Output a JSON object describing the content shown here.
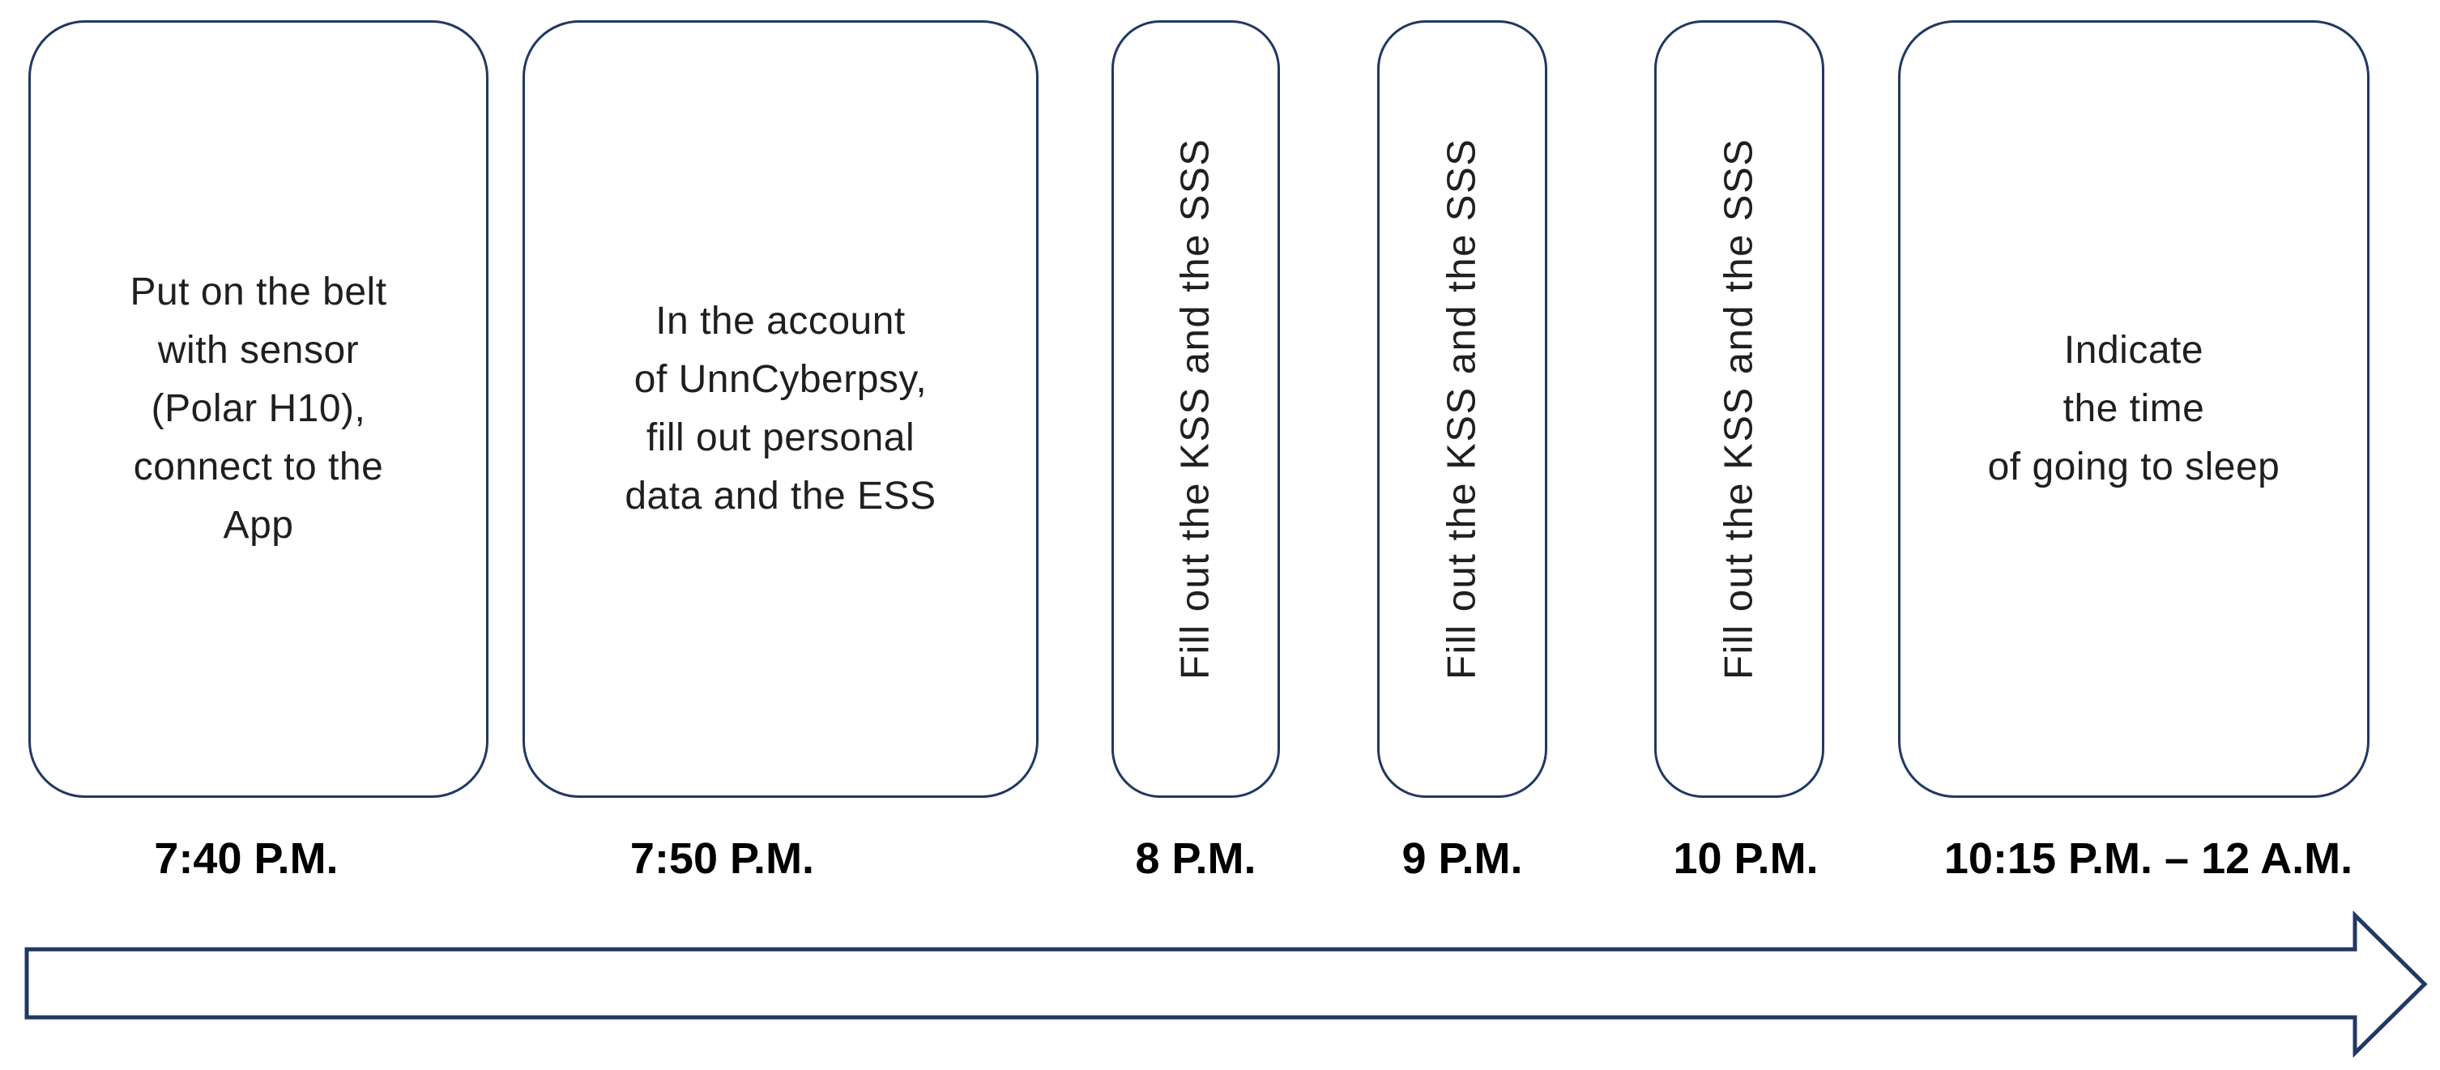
{
  "diagram": {
    "description": "Experimental procedure timeline",
    "steps": [
      {
        "text": "Put on the belt\nwith sensor\n(Polar H10),\nconnect to the\nApp",
        "time": "7:40 P.M."
      },
      {
        "text": "In the account\nof UnnCyberpsy,\nfill out personal\ndata and the ESS",
        "time": "7:50 P.M."
      },
      {
        "text": "Fill out the KSS and the SSS",
        "time": "8 P.M."
      },
      {
        "text": "Fill out the KSS and the SSS",
        "time": "9 P.M."
      },
      {
        "text": "Fill out the KSS and the SSS",
        "time": "10 P.M."
      },
      {
        "text": "Indicate\nthe time\nof going to sleep",
        "time": "10:15 P.M. – 12 A.M."
      }
    ],
    "colors": {
      "outline": "#203864",
      "box_fill": "#ffffff",
      "step_text": "#1f1f1f",
      "time_text": "#000000"
    }
  }
}
